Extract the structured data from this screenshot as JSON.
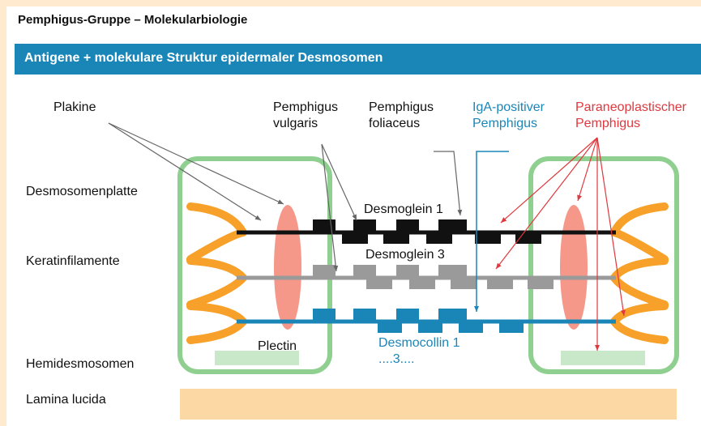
{
  "header": {
    "title": "Pemphigus-Gruppe – Molekularbiologie",
    "subtitle": "Antigene + molekulare Struktur epidermaler Desmosomen"
  },
  "left_labels": {
    "desmosomenplatte": "Desmosomenplatte",
    "keratinfilamente": "Keratinfilamente",
    "hemidesmosomen": "Hemidesmosomen",
    "lamina_lucida": "Lamina lucida"
  },
  "top_labels": {
    "plakine": "Plakine",
    "pv_line1": "Pemphigus",
    "pv_line2": "vulgaris",
    "pf_line1": "Pemphigus",
    "pf_line2": "foliaceus",
    "iga_line1": "IgA-positiver",
    "iga_line2": "Pemphigus",
    "pnp_line1": "Paraneoplastischer",
    "pnp_line2": "Pemphigus"
  },
  "strand_labels": {
    "desmoglein1": "Desmoglein 1",
    "desmoglein3": "Desmoglein 3",
    "desmocollin_line1": "Desmocollin 1",
    "desmocollin_line2": "....3....",
    "plectin": "Plectin"
  },
  "colors": {
    "accent_band": "#1a86b8",
    "background_tint": "#ffe9cf",
    "cell_border": "#8fcf8f",
    "keratin": "#f7a12a",
    "plaque": "#f5988a",
    "desmoglein1": "#111111",
    "desmoglein3": "#9a9a9a",
    "desmocollin": "#1a86b8",
    "iga_label": "#1a86b8",
    "paraneoplastic_label": "#e0383e"
  }
}
